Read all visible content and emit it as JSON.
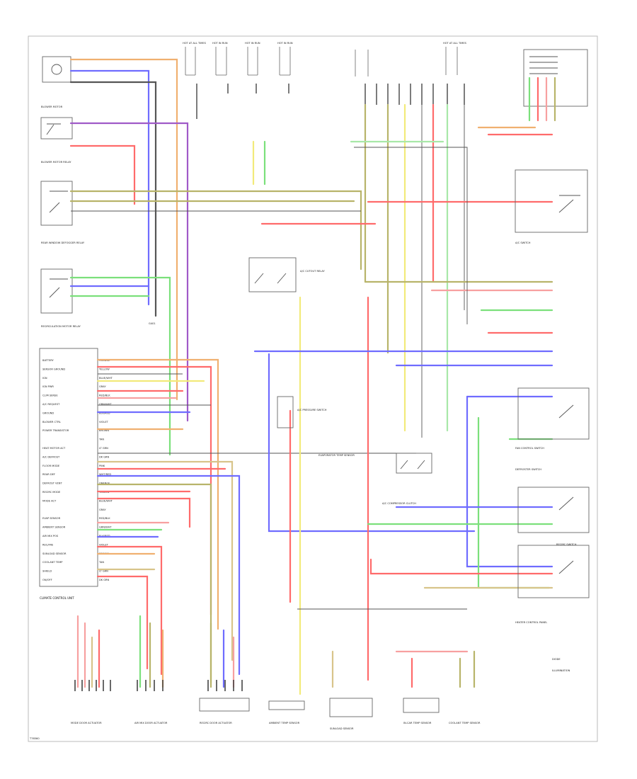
{
  "diagram": {
    "footer_code": "T76560",
    "module_label": "CLIMATE CONTROL UNIT",
    "module_pins": [
      "BATTERY",
      "SENSOR GROUND",
      "IGN",
      "IGN PWR",
      "CLIM SENSE",
      "A/C REQUEST",
      "GROUND",
      "BLOWER CTRL",
      "POWER TRANSISTOR",
      "",
      "HEAT MOTOR ACT",
      "A/C DEFROST",
      "FLOOR MODE",
      "REAR DEF",
      "DEFROST VENT",
      "RECIRC MODE",
      "MODE ACT",
      "",
      "EVAP SENSOR",
      "AMBIENT SENSOR",
      "AIR MIX POS",
      "REC/FRE",
      "SUNLOAD SENSOR",
      "COOLANT TEMP",
      "SHIELD",
      "ON/OFF"
    ],
    "wire_colors": [
      "ORANGE",
      "YELLOW",
      "BLUE/WHT",
      "GRAY",
      "RED/BLK",
      "GRN/WHT",
      "BLK/RED",
      "VIOLET",
      "BROWN",
      "TAN",
      "LT GRN",
      "DK GRN",
      "PINK",
      "WHT/RED"
    ],
    "labels": {
      "top_fuses": [
        "HOT AT ALL TIMES",
        "HOT IN RUN",
        "HOT IN RUN",
        "HOT IN RUN",
        "HOT AT ALL TIMES"
      ],
      "left_components": [
        "BLOWER MOTOR",
        "BLOWER MOTOR RELAY",
        "REAR WINDOW DEFOGGER RELAY",
        "RECIRCULATION MOTOR RELAY",
        "G401"
      ],
      "center_components": [
        "A/C CUTOUT RELAY",
        "A/C PRESSURE SWITCH",
        "EVAPORATOR TEMP SENSOR",
        "A/C COMPRESSOR CLUTCH"
      ],
      "right_components": [
        "A/C SWITCH",
        "DEFROSTER SWITCH",
        "FAN CONTROL SWITCH",
        "RECIRC SWITCH",
        "DIODE",
        "HEATER CONTROL PANEL",
        "ILLUMINATION"
      ],
      "bottom_components": [
        "MODE DOOR ACTUATOR",
        "AIR MIX DOOR ACTUATOR",
        "RECIRC DOOR ACTUATOR",
        "AMBIENT TEMP SENSOR",
        "SUNLOAD SENSOR",
        "IN-CAR TEMP SENSOR",
        "COOLANT TEMP SENSOR"
      ]
    }
  },
  "colors": {
    "red": "#ff6b6b",
    "blue": "#6f6cff",
    "green": "#7be07b",
    "yellow": "#f2ea7a",
    "violet": "#a05ac8",
    "brown": "#c9a86a",
    "olive": "#b8b46a",
    "tan": "#d8c48a",
    "gray": "#9a9a9a",
    "darkgray": "#555555",
    "pink": "#f7a0a0",
    "ltgreen": "#a8e8a8",
    "orange": "#f0b070"
  }
}
